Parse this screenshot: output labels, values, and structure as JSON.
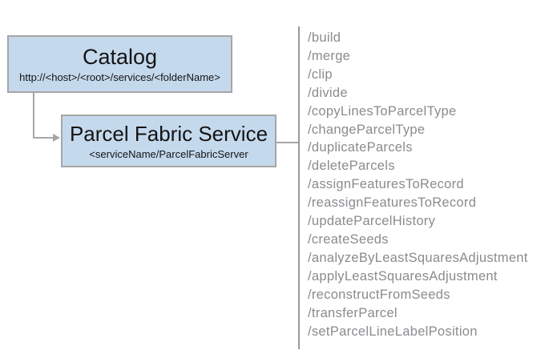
{
  "catalog": {
    "title": "Catalog",
    "subtitle": "http://<host>/<root>/services/<folderName>"
  },
  "service": {
    "title": "Parcel Fabric Service",
    "subtitle": "<serviceName/ParcelFabricServer"
  },
  "endpoints": [
    "/build",
    "/merge",
    "/clip",
    "/divide",
    "/copyLinesToParcelType",
    "/changeParcelType",
    "/duplicateParcels",
    "/deleteParcels",
    "/assignFeaturesToRecord",
    "/reassignFeaturesToRecord",
    "/updateParcelHistory",
    "/createSeeds",
    "/analyzeByLeastSquaresAdjustment",
    "/applyLeastSquaresAdjustment",
    "/reconstructFromSeeds",
    "/transferParcel",
    "/setParcelLineLabelPosition"
  ],
  "colors": {
    "box_fill": "#c5d9ed",
    "box_border": "#a6a6a6",
    "connector": "#a6a6a6",
    "separator": "#98989c",
    "endpoint_text": "#8b8b90",
    "title_text": "#141414"
  }
}
